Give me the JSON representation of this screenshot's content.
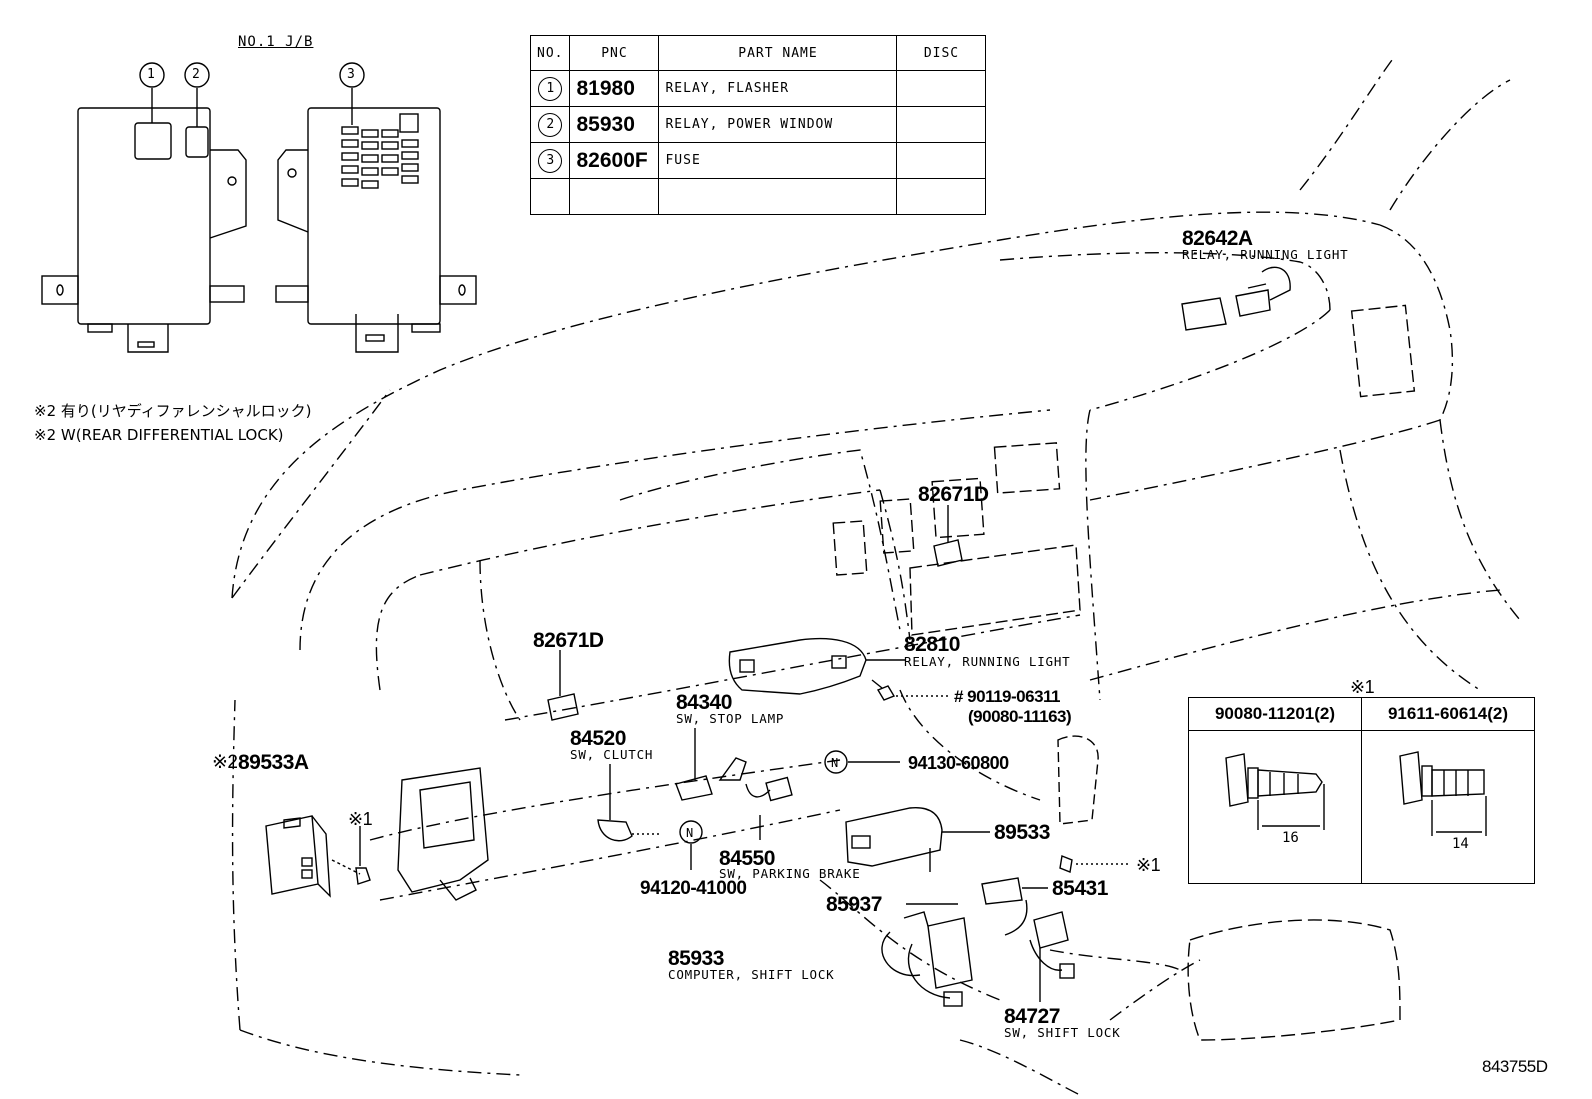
{
  "junction_block": {
    "title": "NO.1 J/B",
    "callouts": [
      "1",
      "2",
      "3"
    ]
  },
  "parts_table": {
    "headers": [
      "NO.",
      "PNC",
      "PART NAME",
      "DISC"
    ],
    "rows": [
      {
        "no": "1",
        "pnc": "81980",
        "name": "RELAY, FLASHER",
        "disc": ""
      },
      {
        "no": "2",
        "pnc": "85930",
        "name": "RELAY, POWER WINDOW",
        "disc": ""
      },
      {
        "no": "3",
        "pnc": "82600F",
        "name": "FUSE",
        "disc": ""
      },
      {
        "no": "",
        "pnc": "",
        "name": "",
        "disc": ""
      }
    ]
  },
  "notes": {
    "jp": "※2 有り(リヤディファレンシャルロック)",
    "en": "※2 W(REAR DIFFERENTIAL LOCK)"
  },
  "parts": {
    "p82642A": {
      "pnc": "82642A",
      "desc": "RELAY, RUNNING LIGHT"
    },
    "p82671D_a": {
      "pnc": "82671D"
    },
    "p82671D_b": {
      "pnc": "82671D"
    },
    "p82810": {
      "pnc": "82810",
      "desc": "RELAY, RUNNING LIGHT"
    },
    "p90119": {
      "pnc": "# 90119-06311",
      "alt": "(90080-11163)"
    },
    "p84340": {
      "pnc": "84340",
      "desc": "SW, STOP LAMP"
    },
    "p84520": {
      "pnc": "84520",
      "desc": "SW, CLUTCH"
    },
    "p94130": {
      "pnc": "94130-60800",
      "mark": "N"
    },
    "p89533A": {
      "pnc": "89533A",
      "mark": "※2"
    },
    "p89533": {
      "pnc": "89533"
    },
    "p84550": {
      "pnc": "84550",
      "desc": "SW, PARKING BRAKE"
    },
    "p94120": {
      "pnc": "94120-41000",
      "mark": "N"
    },
    "p85937": {
      "pnc": "85937"
    },
    "p85431": {
      "pnc": "85431"
    },
    "p85933": {
      "pnc": "85933",
      "desc": "COMPUTER, SHIFT LOCK"
    },
    "p84727": {
      "pnc": "84727",
      "desc": "SW, SHIFT LOCK"
    },
    "ref1_a": "※1",
    "ref1_b": "※1"
  },
  "bolt_table": {
    "mark": "※1",
    "headers": [
      "90080-11201(2)",
      "91611-60614(2)"
    ],
    "lengths": [
      "16",
      "14"
    ]
  },
  "diagram_id": "843755D"
}
